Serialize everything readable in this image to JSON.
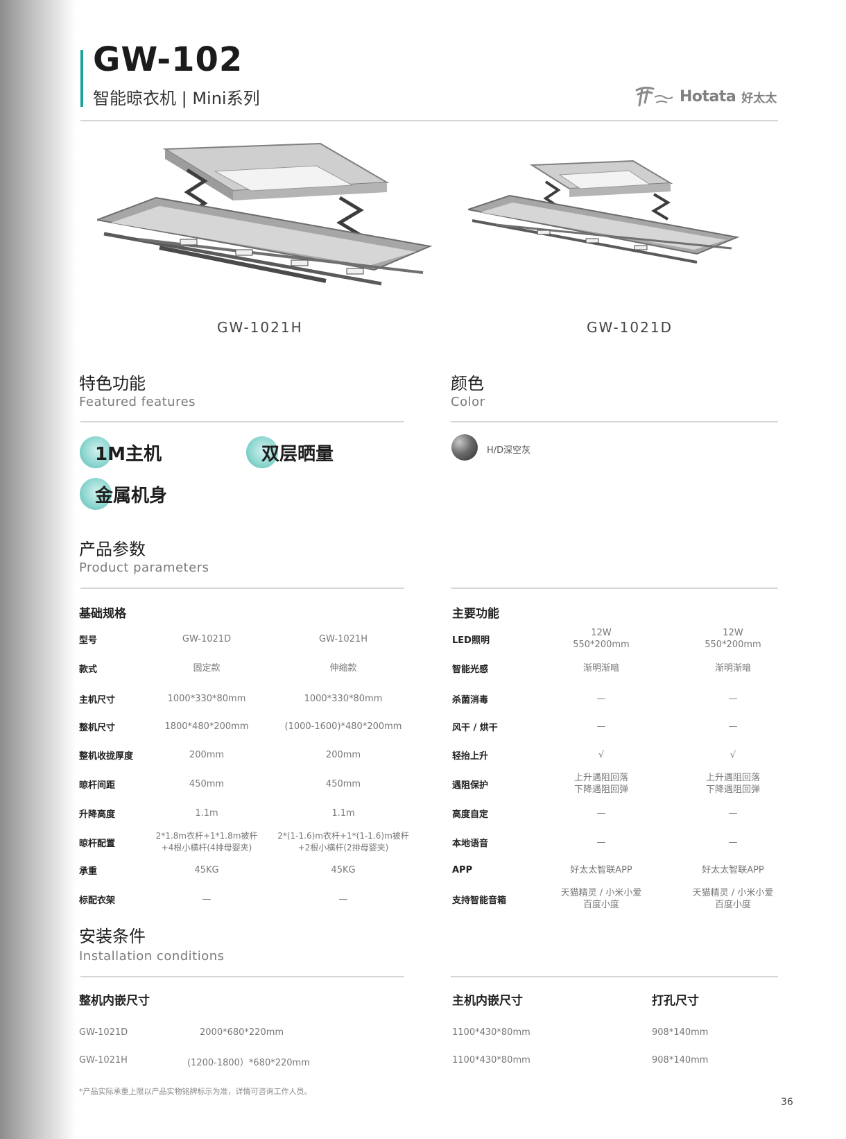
{
  "header": {
    "title": "GW-102",
    "subtitle": "智能晾衣机 | Mini系列",
    "brand_en": "Hotata",
    "brand_cn": "好太太"
  },
  "products": [
    {
      "label": "GW-1021H"
    },
    {
      "label": "GW-1021D"
    }
  ],
  "features_section": {
    "title_cn": "特色功能",
    "title_en": "Featured features",
    "items": [
      "1M主机",
      "双层晒量",
      "金属机身"
    ]
  },
  "color_section": {
    "title_cn": "颜色",
    "title_en": "Color",
    "swatch_label": "H/D深空灰"
  },
  "params_section": {
    "title_cn": "产品参数",
    "title_en": "Product parameters"
  },
  "basic_specs": {
    "heading": "基础规格",
    "rows": [
      {
        "key": "型号",
        "v1": "GW-1021D",
        "v2": "GW-1021H"
      },
      {
        "key": "款式",
        "v1": "固定款",
        "v2": "伸缩款"
      },
      {
        "key": "主机尺寸",
        "v1": "1000*330*80mm",
        "v2": "1000*330*80mm"
      },
      {
        "key": "整机尺寸",
        "v1": "1800*480*200mm",
        "v2": "(1000-1600)*480*200mm"
      },
      {
        "key": "整机收拢厚度",
        "v1": "200mm",
        "v2": "200mm"
      },
      {
        "key": "晾杆间距",
        "v1": "450mm",
        "v2": "450mm"
      },
      {
        "key": "升降高度",
        "v1": "1.1m",
        "v2": "1.1m"
      },
      {
        "key": "晾杆配置",
        "v1": "2*1.8m衣杆+1*1.8m被杆\n+4根小横杆(4排母婴夹)",
        "v2": "2*(1-1.6)m衣杆+1*(1-1.6)m被杆\n+2根小横杆(2排母婴夹)"
      },
      {
        "key": "承重",
        "v1": "45KG",
        "v2": "45KG"
      },
      {
        "key": "标配衣架",
        "v1": "—",
        "v2": "—"
      }
    ]
  },
  "main_functions": {
    "heading": "主要功能",
    "rows": [
      {
        "key": "LED照明",
        "v1": "12W\n550*200mm",
        "v2": "12W\n550*200mm"
      },
      {
        "key": "智能光感",
        "v1": "渐明渐暗",
        "v2": "渐明渐暗"
      },
      {
        "key": "杀菌消毒",
        "v1": "—",
        "v2": "—"
      },
      {
        "key": "风干 / 烘干",
        "v1": "—",
        "v2": "—"
      },
      {
        "key": "轻抬上升",
        "v1": "√",
        "v2": "√"
      },
      {
        "key": "遇阻保护",
        "v1": "上升遇阻回落\n下降遇阻回弹",
        "v2": "上升遇阻回落\n下降遇阻回弹"
      },
      {
        "key": "高度自定",
        "v1": "—",
        "v2": "—"
      },
      {
        "key": "本地语音",
        "v1": "—",
        "v2": "—"
      },
      {
        "key": "APP",
        "v1": "好太太智联APP",
        "v2": "好太太智联APP"
      },
      {
        "key": "支持智能音箱",
        "v1": "天猫精灵 / 小米小爱\n百度小度",
        "v2": "天猫精灵 / 小米小爱\n百度小度"
      }
    ]
  },
  "install_section": {
    "title_cn": "安装条件",
    "title_en": "Installation conditions",
    "embed_heading": "整机内嵌尺寸",
    "host_heading": "主机内嵌尺寸",
    "hole_heading": "打孔尺寸",
    "rows": [
      {
        "model": "GW-1021D",
        "embed": "2000*680*220mm",
        "host": "1100*430*80mm",
        "hole": "908*140mm"
      },
      {
        "model": "GW-1021H",
        "embed": "(1200-1800）*680*220mm",
        "host": "1100*430*80mm",
        "hole": "908*140mm"
      }
    ]
  },
  "footnote": "*产品实际承重上限以产品实物铭牌标示为准，详情可咨询工作人员。",
  "page_number": "36"
}
